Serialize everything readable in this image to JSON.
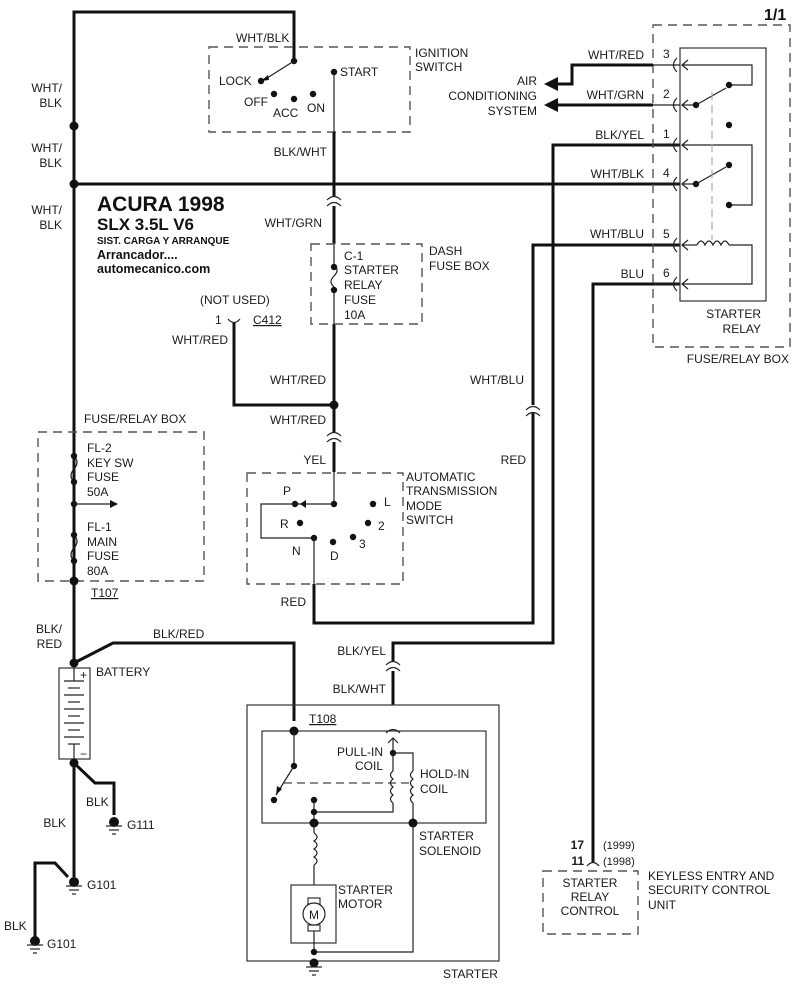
{
  "page_number": "1/1",
  "title": {
    "make_year": "ACURA 1998",
    "model": "SLX  3.5L  V6",
    "system": "SIST. CARGA Y ARRANQUE",
    "subtitle": "Arrancador....",
    "site": "automecanico.com"
  },
  "components": {
    "ignition_switch": {
      "name_line1": "IGNITION",
      "name_line2": "SWITCH",
      "positions": [
        "LOCK",
        "OFF",
        "ACC",
        "ON",
        "START"
      ]
    },
    "dash_fuse_box": {
      "name_line1": "DASH",
      "name_line2": "FUSE BOX",
      "fuse_lines": [
        "C-1",
        "STARTER",
        "RELAY",
        "FUSE",
        "10A"
      ]
    },
    "connector_c412": {
      "pin": "1",
      "id": "C412",
      "note": "(NOT USED)"
    },
    "fuse_relay_box_left": {
      "name": "FUSE/RELAY BOX",
      "fl2_lines": [
        "FL-2",
        "KEY SW",
        "FUSE",
        "50A"
      ],
      "fl1_lines": [
        "FL-1",
        "MAIN",
        "FUSE",
        "80A"
      ],
      "terminal": "T107"
    },
    "at_mode_switch": {
      "name_lines": [
        "AUTOMATIC",
        "TRANSMISSION",
        "MODE",
        "SWITCH"
      ],
      "positions": [
        "P",
        "R",
        "N",
        "D",
        "3",
        "2",
        "L"
      ]
    },
    "battery": {
      "name": "BATTERY",
      "plus": "+",
      "minus": "−"
    },
    "starter": {
      "name": "STARTER",
      "terminal": "T108",
      "pull_in_coil": [
        "PULL-IN",
        "COIL"
      ],
      "hold_in_coil": [
        "HOLD-IN",
        "COIL"
      ],
      "solenoid": [
        "STARTER",
        "SOLENOID"
      ],
      "motor": [
        "STARTER",
        "MOTOR"
      ],
      "motor_symbol": "M"
    },
    "starter_relay": {
      "name_line1": "STARTER",
      "name_line2": "RELAY",
      "box_name": "FUSE/RELAY BOX",
      "pins": [
        "3",
        "2",
        "1",
        "4",
        "5",
        "6"
      ]
    },
    "ac_system": {
      "lines": [
        "AIR",
        "CONDITIONING",
        "SYSTEM"
      ]
    },
    "keyless_unit": {
      "box_lines": [
        "STARTER",
        "RELAY",
        "CONTROL"
      ],
      "name_lines": [
        "KEYLESS ENTRY AND",
        "SECURITY CONTROL",
        "UNIT"
      ],
      "pin_1999": "17",
      "pin_1998": "11",
      "year_1999": "(1999)",
      "year_1998": "(1998)"
    },
    "grounds": [
      "G111",
      "G101",
      "G101"
    ]
  },
  "wires": {
    "left_whtblk_1": "WHT/\nBLK",
    "whtblk_top": "WHT/BLK",
    "blkwht_ign": "BLK/WHT",
    "whtgrn_dash": "WHT/GRN",
    "whtred_c412": "WHT/RED",
    "whtred_a": "WHT/RED",
    "whtred_b": "WHT/RED",
    "yel": "YEL",
    "red_atsw": "RED",
    "relay_whtred": "WHT/RED",
    "relay_whtgrn": "WHT/GRN",
    "relay_blkyel": "BLK/YEL",
    "relay_whtblk": "WHT/BLK",
    "relay_whtblu": "WHT/BLU",
    "relay_blu": "BLU",
    "whtblu_mid": "WHT/BLU",
    "red_mid": "RED",
    "blkred_batt_l1": "BLK/",
    "blkred_batt_l2": "RED",
    "blkred_top": "BLK/RED",
    "blkyel_starter": "BLK/YEL",
    "blkwht_starter": "BLK/WHT",
    "blk_g111": "BLK",
    "blk_left": "BLK",
    "blk_g101": "BLK",
    "whtblk_l1": "WHT/",
    "whtblk_l2": "BLK"
  }
}
